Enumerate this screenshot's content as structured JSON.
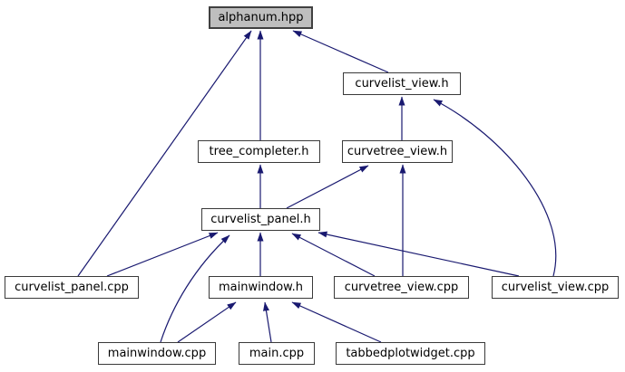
{
  "diagram": {
    "type": "include-dependency-graph",
    "root_file": "alphanum.hpp",
    "edge_color": "#191970",
    "current_node_fill": "#bebebe",
    "node_fill": "#ffffff",
    "nodes": [
      {
        "label": "alphanum.hpp",
        "current": true
      },
      {
        "label": "curvelist_view.h",
        "current": false
      },
      {
        "label": "tree_completer.h",
        "current": false
      },
      {
        "label": "curvetree_view.h",
        "current": false
      },
      {
        "label": "curvelist_panel.h",
        "current": false
      },
      {
        "label": "curvelist_panel.cpp",
        "current": false
      },
      {
        "label": "mainwindow.h",
        "current": false
      },
      {
        "label": "curvetree_view.cpp",
        "current": false
      },
      {
        "label": "curvelist_view.cpp",
        "current": false
      },
      {
        "label": "mainwindow.cpp",
        "current": false
      },
      {
        "label": "main.cpp",
        "current": false
      },
      {
        "label": "tabbedplotwidget.cpp",
        "current": false
      }
    ],
    "edges": [
      {
        "from": "curvelist_panel.cpp",
        "to": "alphanum.hpp"
      },
      {
        "from": "tree_completer.h",
        "to": "alphanum.hpp"
      },
      {
        "from": "curvelist_view.h",
        "to": "alphanum.hpp"
      },
      {
        "from": "curvetree_view.h",
        "to": "curvelist_view.h"
      },
      {
        "from": "curvelist_view.cpp",
        "to": "curvelist_view.h"
      },
      {
        "from": "curvelist_panel.h",
        "to": "tree_completer.h"
      },
      {
        "from": "curvelist_panel.h",
        "to": "curvetree_view.h"
      },
      {
        "from": "curvetree_view.cpp",
        "to": "curvetree_view.h"
      },
      {
        "from": "curvelist_panel.cpp",
        "to": "curvelist_panel.h"
      },
      {
        "from": "mainwindow.cpp",
        "to": "curvelist_panel.h"
      },
      {
        "from": "mainwindow.h",
        "to": "curvelist_panel.h"
      },
      {
        "from": "curvetree_view.cpp",
        "to": "curvelist_panel.h"
      },
      {
        "from": "curvelist_view.cpp",
        "to": "curvelist_panel.h"
      },
      {
        "from": "mainwindow.cpp",
        "to": "mainwindow.h"
      },
      {
        "from": "main.cpp",
        "to": "mainwindow.h"
      },
      {
        "from": "tabbedplotwidget.cpp",
        "to": "mainwindow.h"
      }
    ]
  }
}
